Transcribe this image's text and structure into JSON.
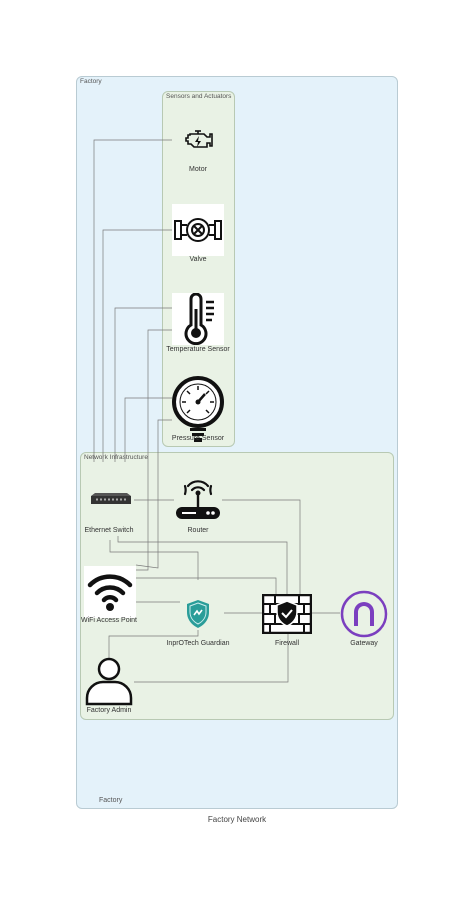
{
  "groups": {
    "factory": "Factory",
    "sensors": "Sensors and Actuators",
    "network": "Network Infrastructure",
    "factory_bottom": "Factory"
  },
  "nodes": {
    "motor": "Motor",
    "valve": "Valve",
    "temperature_sensor": "Temperature Sensor",
    "pressure_sensor": "Pressure Sensor",
    "ethernet_switch": "Ethernet Switch",
    "router": "Router",
    "wifi_access_point": "WiFi Access Point",
    "inprotech_guardian": "InprOTech Guardian",
    "firewall": "Firewall",
    "gateway": "Gateway",
    "factory_admin": "Factory Admin"
  },
  "caption": "Factory Network",
  "colors": {
    "factory_bg": "#e4f2fa",
    "zone_bg": "#e9f2e5",
    "guardian": "#2a9d99",
    "gateway": "#7b3fbf"
  },
  "icons": {
    "motor": "engine-icon",
    "valve": "valve-icon",
    "temperature_sensor": "thermometer-icon",
    "pressure_sensor": "pressure-gauge-icon",
    "ethernet_switch": "network-switch-icon",
    "router": "router-icon",
    "wifi_access_point": "wifi-icon",
    "inprotech_guardian": "shield-icon",
    "firewall": "firewall-icon",
    "gateway": "gateway-icon",
    "factory_admin": "user-icon"
  }
}
